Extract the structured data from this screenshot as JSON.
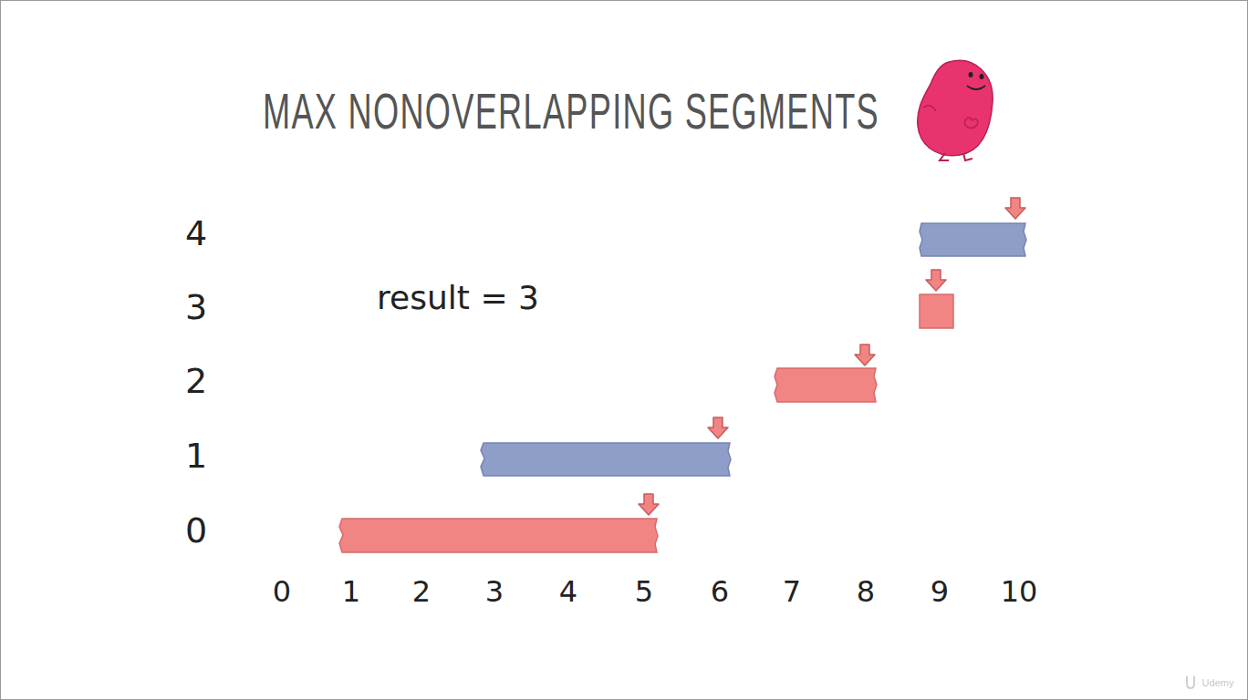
{
  "diagram": {
    "title": "MAX NONOVERLAPPING SEGMENTS",
    "labels": [
      "result = 3",
      "4",
      "3",
      "2",
      "1",
      "0",
      "0",
      "1",
      "2",
      "3",
      "4",
      "5",
      "6",
      "7",
      "8",
      "9",
      "10",
      "Udemy"
    ]
  }
}
